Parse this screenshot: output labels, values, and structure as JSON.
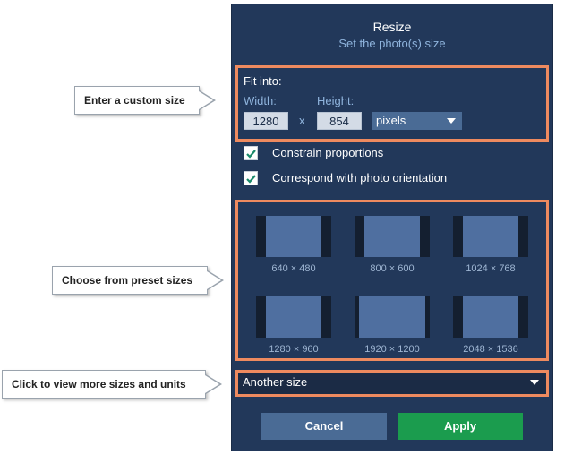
{
  "dialog": {
    "title": "Resize",
    "subtitle": "Set the photo(s) size"
  },
  "fit_into": {
    "label": "Fit into:",
    "width_label": "Width:",
    "height_label": "Height:",
    "width_value": "1280",
    "times": "x",
    "height_value": "854",
    "unit_selected": "pixels"
  },
  "options": {
    "constrain": {
      "label": "Constrain proportions",
      "checked": true
    },
    "orientation": {
      "label": "Correspond with photo orientation",
      "checked": true
    }
  },
  "presets": [
    {
      "label": "640 × 480"
    },
    {
      "label": "800 × 600"
    },
    {
      "label": "1024 × 768"
    },
    {
      "label": "1280 × 960"
    },
    {
      "label": "1920 × 1200"
    },
    {
      "label": "2048 × 1536"
    }
  ],
  "another_size": {
    "label": "Another size"
  },
  "buttons": {
    "cancel": "Cancel",
    "apply": "Apply"
  },
  "callouts": {
    "custom": "Enter a custom size",
    "presets": "Choose from preset sizes",
    "more": "Click to view more sizes and units"
  },
  "colors": {
    "panel": "#22385a",
    "highlight": "#ee8a5f",
    "apply": "#1b9c4e",
    "cancel": "#4a6b95",
    "checkmark": "#1a8a6b"
  }
}
